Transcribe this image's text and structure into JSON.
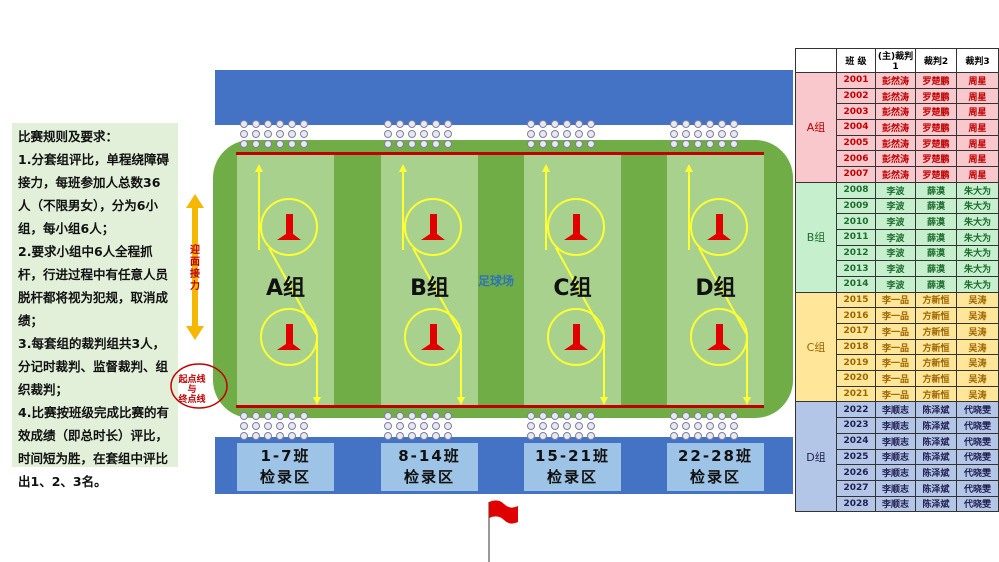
{
  "rules": {
    "title": "比赛规则及要求：",
    "items": [
      "1.分套组评比，单程绕障碍接力，每班参加人总数36人（不限男女），分为6小组，每小组6人；",
      "2.要求小组中6人全程抓杆，行进过程中有任意人员脱杆都将视为犯规，取消成绩；",
      "3.每套组的裁判组共3人，分记时裁判、监督裁判、组织裁判；",
      "4.比赛按班级完成比赛的有效成绩（即总时长）评比，时间短为胜，在套组中评比出1、2、3名。"
    ]
  },
  "field": {
    "label": "足球场",
    "relay_label": "迎面接力",
    "start_label_1": "起点线",
    "start_label_2": "与",
    "start_label_3": "终点线",
    "groups": [
      {
        "name": "A组",
        "classes": "1-7班",
        "area": "检录区"
      },
      {
        "name": "B组",
        "classes": "8-14班",
        "area": "检录区"
      },
      {
        "name": "C组",
        "classes": "15-21班",
        "area": "检录区"
      },
      {
        "name": "D组",
        "classes": "22-28班",
        "area": "检录区"
      }
    ]
  },
  "table": {
    "headers": [
      "",
      "班 级",
      "(主)裁判1",
      "裁判2",
      "裁判3"
    ],
    "groups": [
      {
        "name": "A组",
        "bg": "#f8c8cc",
        "fg": "#c00000",
        "judges": [
          "彭然涛",
          "罗楚鹏",
          "周星"
        ],
        "classes": [
          "2001",
          "2002",
          "2003",
          "2004",
          "2005",
          "2006",
          "2007"
        ]
      },
      {
        "name": "B组",
        "bg": "#c6efce",
        "fg": "#1e6b2e",
        "judges": [
          "李波",
          "薛漠",
          "朱大为"
        ],
        "classes": [
          "2008",
          "2009",
          "2010",
          "2011",
          "2012",
          "2013",
          "2014"
        ]
      },
      {
        "name": "C组",
        "bg": "#ffe699",
        "fg": "#9c6500",
        "judges": [
          "李一品",
          "方新恒",
          "吴涛"
        ],
        "classes": [
          "2015",
          "2016",
          "2017",
          "2018",
          "2019",
          "2020",
          "2021"
        ]
      },
      {
        "name": "D组",
        "bg": "#b4c6e7",
        "fg": "#1f1f4f",
        "judges": [
          "李顺志",
          "陈泽斌",
          "代晓雯"
        ],
        "classes": [
          "2022",
          "2023",
          "2024",
          "2025",
          "2026",
          "2027",
          "2028"
        ]
      }
    ]
  }
}
